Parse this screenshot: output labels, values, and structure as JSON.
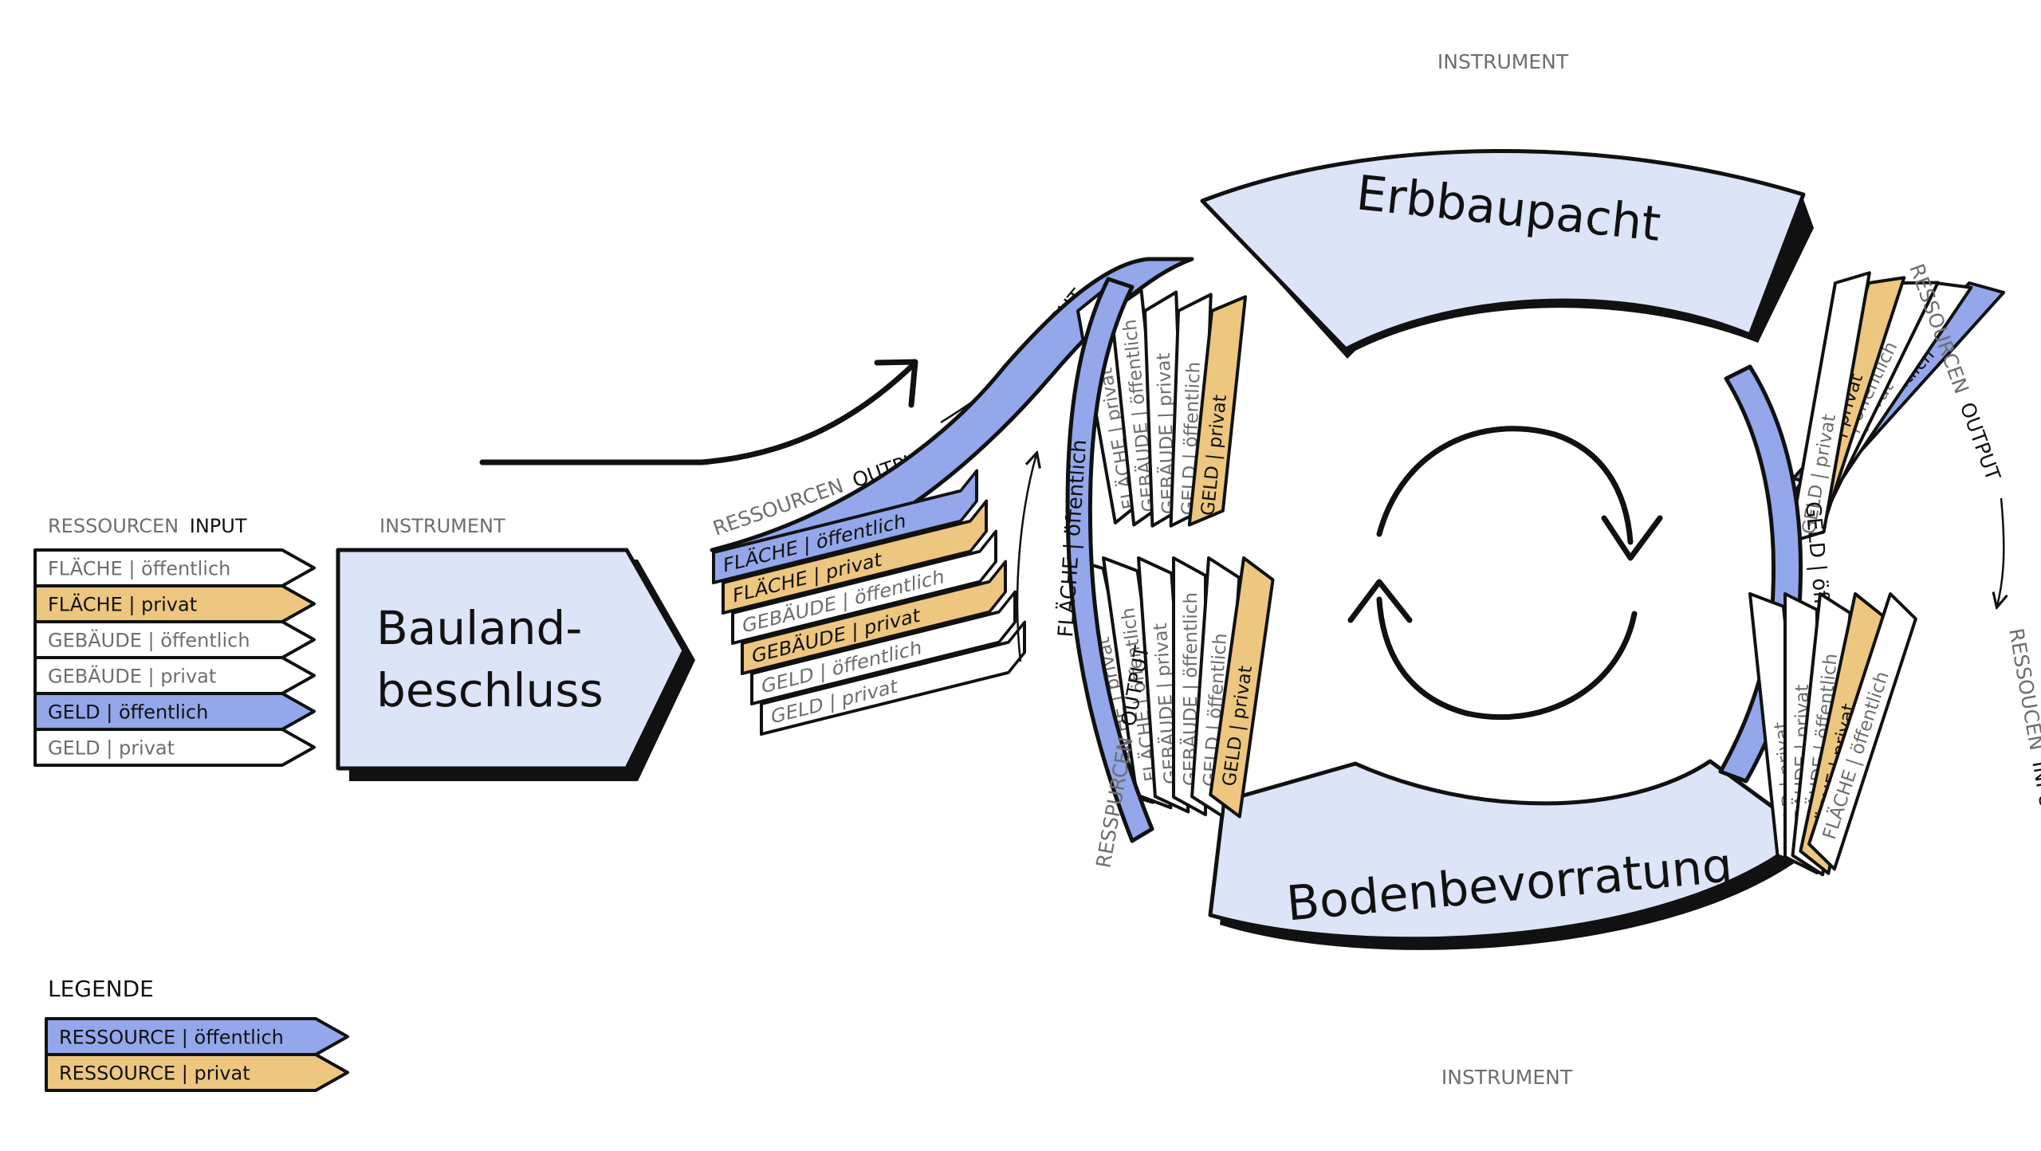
{
  "colors": {
    "public": "#93a7ea",
    "private": "#edc77f",
    "instrument": "#dce4f7",
    "outline": "#111111",
    "grey_text": "#6e6e6e",
    "white": "#ffffff"
  },
  "input_list": {
    "header_grey": "RESSOURCEN",
    "header_dark": "INPUT",
    "items": [
      {
        "text": "FLÄCHE | öffentlich",
        "kind": "none"
      },
      {
        "text": "FLÄCHE | privat",
        "kind": "private"
      },
      {
        "text": "GEBÄUDE | öffentlich",
        "kind": "none"
      },
      {
        "text": "GEBÄUDE | privat",
        "kind": "none"
      },
      {
        "text": "GELD | öffentlich",
        "kind": "public"
      },
      {
        "text": "GELD | privat",
        "kind": "none"
      }
    ]
  },
  "instrument_label": "INSTRUMENT",
  "bauland": {
    "line1": "Bauland-",
    "line2": "beschluss"
  },
  "output_label": {
    "grey": "RESSOURCEN",
    "dark": "OUTPUT"
  },
  "output_list": {
    "items": [
      {
        "text": "FLÄCHE | öffentlich",
        "kind": "public"
      },
      {
        "text": "FLÄCHE | privat",
        "kind": "private"
      },
      {
        "text": "GEBÄUDE | öffentlich",
        "kind": "none"
      },
      {
        "text": "GEBÄUDE | privat",
        "kind": "private"
      },
      {
        "text": "GELD | öffentlich",
        "kind": "none"
      },
      {
        "text": "GELD | privat",
        "kind": "none"
      }
    ]
  },
  "input_arrow_label": "INPUT",
  "cycle": {
    "top_instrument": "Erbbaupacht",
    "bottom_instrument": "Bodenbevorratung",
    "top_label": "INSTRUMENT",
    "bottom_label": "INSTRUMENT",
    "left_fan_upper": [
      {
        "text": "FLÄCHE | privat",
        "kind": "none"
      },
      {
        "text": "GEBÄUDE | öffentlich",
        "kind": "none"
      },
      {
        "text": "GEBÄUDE | privat",
        "kind": "none"
      },
      {
        "text": "GELD | öffentlich",
        "kind": "none"
      },
      {
        "text": "GELD | privat",
        "kind": "private"
      }
    ],
    "left_fan_lower": [
      {
        "text": "FLÄCHE | privat",
        "kind": "none"
      },
      {
        "text": "FLÄCHE | öffentlich",
        "kind": "none"
      },
      {
        "text": "GEBÄUDE | privat",
        "kind": "none"
      },
      {
        "text": "GEBÄUDE | öffentlich",
        "kind": "none"
      },
      {
        "text": "GELD | öffentlich",
        "kind": "none"
      },
      {
        "text": "GELD | privat",
        "kind": "private"
      }
    ],
    "left_band": {
      "text": "FLÄCHE | öffentlich",
      "kind": "public"
    },
    "left_output_label": {
      "grey": "RESSPURCEN",
      "dark": "OUTPUT"
    },
    "right_upper_labels": [
      {
        "text": "FLÄCHE | öffentlich",
        "kind": "public"
      },
      {
        "text": "FLÄCHE | privat",
        "kind": "none"
      },
      {
        "text": "GEBÄUDE | öffentlich",
        "kind": "none"
      },
      {
        "text": "GEBÄUDE | privat",
        "kind": "private"
      },
      {
        "text": "GELD | privat",
        "kind": "none"
      }
    ],
    "right_band": {
      "text": "GELD | öffentlich",
      "kind": "public"
    },
    "right_lower_labels": [
      {
        "text": "GELD | privat",
        "kind": "none"
      },
      {
        "text": "GEBÄUDE | privat",
        "kind": "none"
      },
      {
        "text": "GEBÄUDE | öffentlich",
        "kind": "none"
      },
      {
        "text": "FLÄCHE | privat",
        "kind": "private"
      },
      {
        "text": "FLÄCHE | öffentlich",
        "kind": "none"
      }
    ],
    "right_output_label": {
      "grey": "RESSOURCEN",
      "dark": "OUTPUT"
    },
    "right_input_label": {
      "grey": "RESSOUCEN",
      "dark": "INPUT"
    }
  },
  "legend": {
    "title": "LEGENDE",
    "items": [
      {
        "text": "RESSOURCE | öffentlich",
        "kind": "public"
      },
      {
        "text": "RESSOURCE | privat",
        "kind": "private"
      }
    ]
  }
}
